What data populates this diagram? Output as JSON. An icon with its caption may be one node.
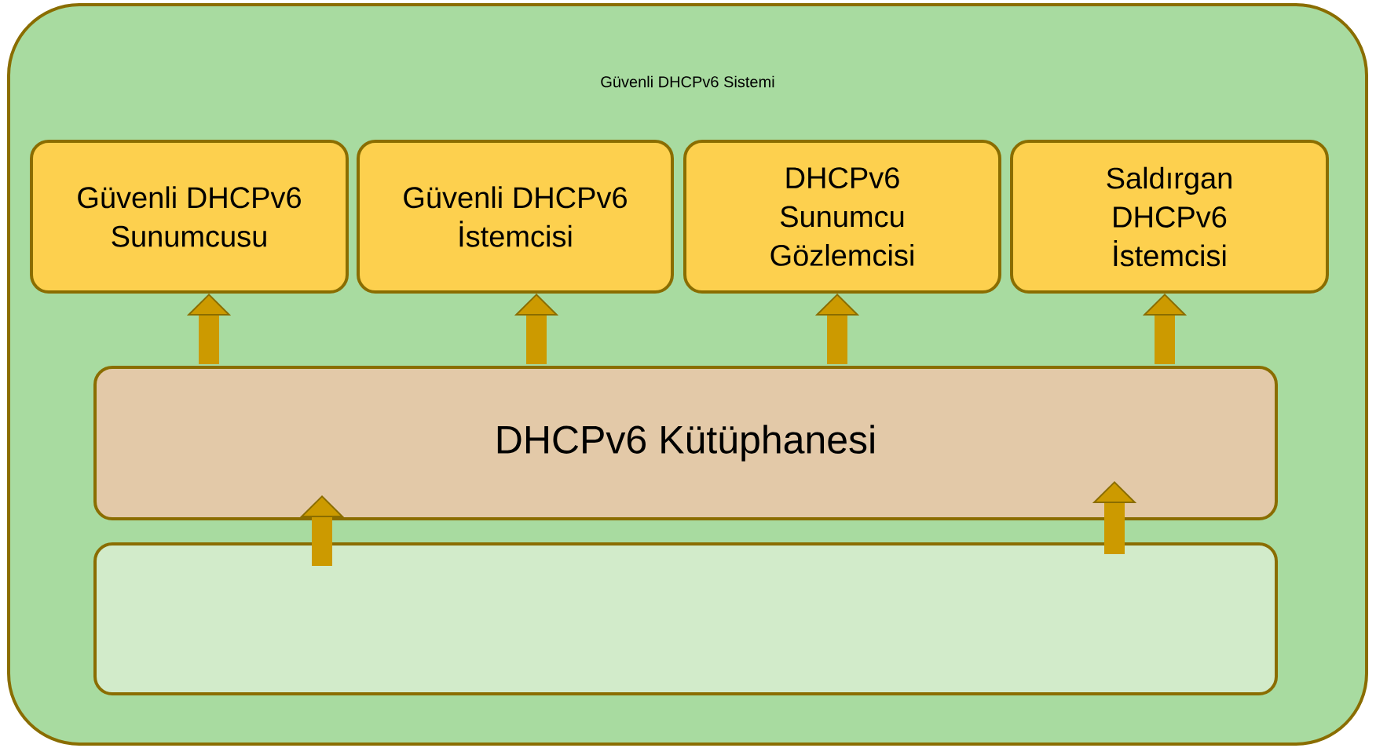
{
  "diagram": {
    "nodes": [
      {
        "text": [
          "Güvenli DHCPv6 Sistemi"
        ]
      },
      {
        "text": [
          "Güvenli DHCPv6 Sunumcusu"
        ],
        "in": 0
      },
      {
        "text": [
          "Güvenli DHCPv6 İstemcisi"
        ],
        "in": 0
      },
      {
        "text": [
          "DHCPv6 Sunumcu Gözlemcisi"
        ],
        "in": 0
      },
      {
        "text": [
          "Saldırgan DHCPv6 İstemcisi"
        ],
        "in": 0
      },
      {
        "text": [
          "DHCPv6 Kütüphanesi"
        ],
        "in": 0
      },
      {
        "text": [],
        "shape": "box",
        "in": 0
      }
    ],
    "edges": [
      {
        "from": 5,
        "to": 1,
        "arrow": "to"
      },
      {
        "from": 5,
        "to": 2,
        "arrow": "to"
      },
      {
        "from": 5,
        "to": 3,
        "arrow": "to"
      },
      {
        "from": 5,
        "to": 4,
        "arrow": "to"
      },
      {
        "from": 6,
        "to": 5,
        "arrow": "to"
      },
      {
        "from": 6,
        "to": 5,
        "arrow": "to"
      }
    ]
  }
}
